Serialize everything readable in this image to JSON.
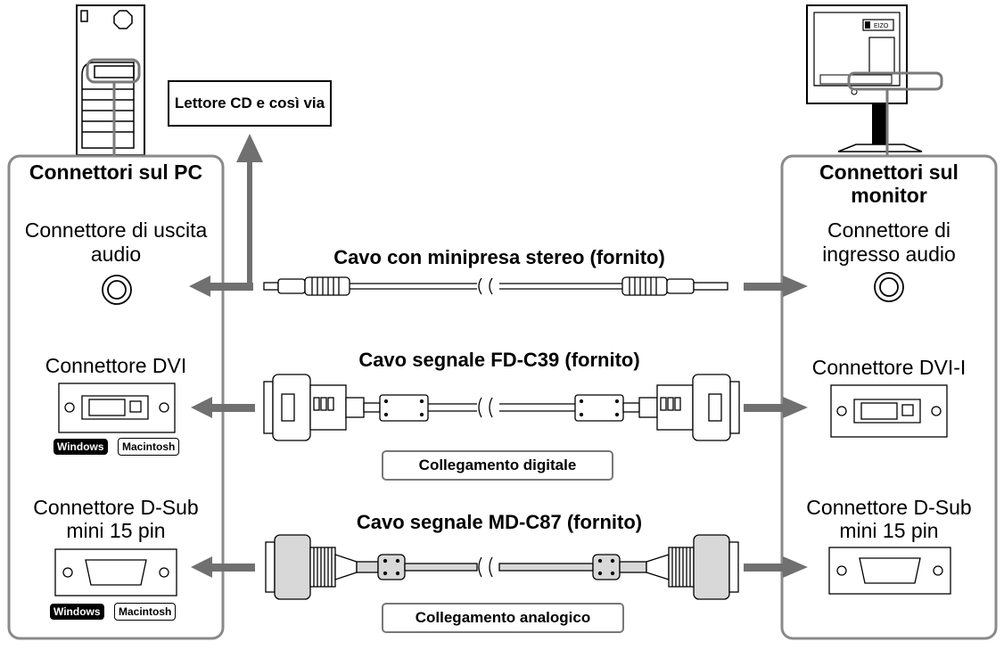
{
  "pc_panel": {
    "title": "Connettori sul PC",
    "audio_label": "Connettore di uscita audio",
    "dvi_label": "Connettore DVI",
    "dsub_label": "Connettore D-Sub mini 15 pin",
    "badge_windows": "Windows",
    "badge_mac": "Macintosh"
  },
  "monitor_panel": {
    "title": "Connettori sul monitor",
    "audio_label": "Connettore di ingresso audio",
    "dvi_label": "Connettore DVI-I",
    "dsub_label": "Connettore D-Sub mini 15 pin"
  },
  "cd_box": "Lettore CD e così via",
  "cables": {
    "audio": "Cavo con minipresa stereo (fornito)",
    "dvi": "Cavo segnale FD-C39 (fornito)",
    "dsub": "Cavo segnale MD-C87 (fornito)"
  },
  "connections": {
    "digital": "Collegamento digitale",
    "analog": "Collegamento analogico"
  },
  "monitor_logo": "EIZO"
}
